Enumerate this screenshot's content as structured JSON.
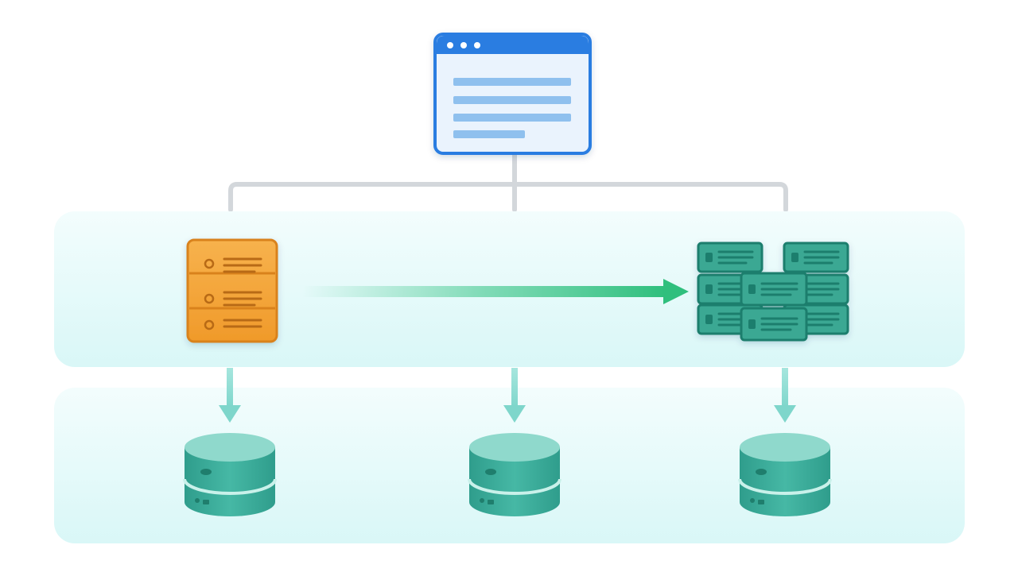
{
  "diagram": {
    "nodes": [
      {
        "id": "client-window",
        "kind": "browser-window",
        "icon": "browser-window-icon"
      },
      {
        "id": "monolith-server",
        "kind": "server-rack",
        "icon": "server-stack-icon"
      },
      {
        "id": "microservices-cluster",
        "kind": "server-cluster",
        "icon": "server-cluster-icon"
      },
      {
        "id": "database-1",
        "kind": "database",
        "icon": "database-icon"
      },
      {
        "id": "database-2",
        "kind": "database",
        "icon": "database-icon"
      },
      {
        "id": "database-3",
        "kind": "database",
        "icon": "database-icon"
      }
    ],
    "edges": [
      {
        "from": "client-window",
        "to": "monolith-server",
        "style": "connector"
      },
      {
        "from": "client-window",
        "to": "tier-center",
        "style": "connector"
      },
      {
        "from": "client-window",
        "to": "microservices-cluster",
        "style": "connector"
      },
      {
        "from": "monolith-server",
        "to": "microservices-cluster",
        "style": "gradient-arrow"
      },
      {
        "from": "tier-left",
        "to": "database-1",
        "style": "arrow"
      },
      {
        "from": "tier-center",
        "to": "database-2",
        "style": "arrow"
      },
      {
        "from": "tier-right",
        "to": "database-3",
        "style": "arrow"
      }
    ],
    "colors": {
      "browser_blue": "#2a7de1",
      "browser_fill": "#eaf3fd",
      "browser_lines": "#8fc0ee",
      "server_orange": "#f2a23a",
      "server_orange_dark": "#d9821d",
      "cluster_teal": "#3aa893",
      "cluster_teal_dark": "#1f7e6d",
      "arrow_green": "#3cc68a",
      "db_teal": "#3aae9c",
      "db_top": "#8fd9cc",
      "tier_panel": "#e6fafa",
      "connector_gray": "#d3d7db",
      "down_arrow": "#8edbd2"
    }
  }
}
